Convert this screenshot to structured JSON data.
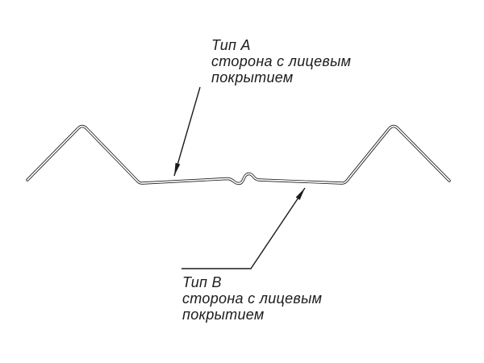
{
  "diagram": {
    "callout_a": {
      "title": "Тип А",
      "desc_line1": "сторона с лицевым",
      "desc_line2": "покрытием"
    },
    "callout_b": {
      "title": "Тип В",
      "desc_line1": "сторона с лицевым",
      "desc_line2": "покрытием"
    }
  },
  "colors": {
    "line": "#1c1c1c",
    "background": "#ffffff"
  }
}
